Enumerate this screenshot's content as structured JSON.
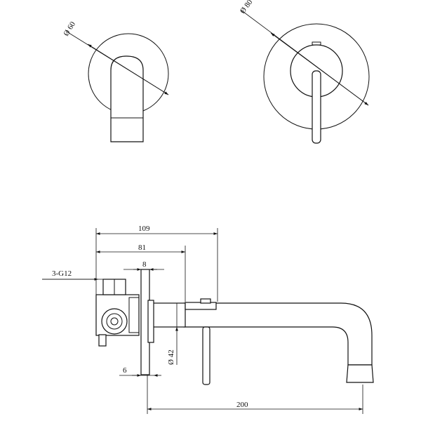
{
  "drawing": {
    "front_view_spout": {
      "dimension": "Ø 60"
    },
    "front_view_mixer": {
      "dimension": "Ø 80"
    },
    "side_view": {
      "dim_overall": "109",
      "dim_body": "81",
      "dim_plate": "8",
      "dim_connection": "3-G12",
      "dim_recess": "6",
      "dim_handle_dia": "Ø 42",
      "dim_spout_length": "200"
    }
  }
}
